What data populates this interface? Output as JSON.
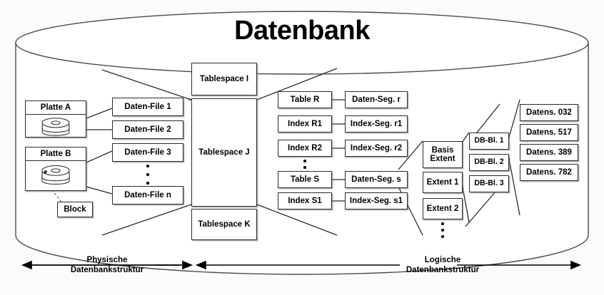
{
  "title": "Datenbank",
  "physical": {
    "disks": [
      {
        "label": "Platte A",
        "icon": "disk-stack-icon"
      },
      {
        "label": "Platte B",
        "icon": "disk-stack-icon"
      }
    ],
    "block": {
      "label": "Block"
    },
    "datafiles": [
      {
        "label": "Daten-File 1"
      },
      {
        "label": "Daten-File 2"
      },
      {
        "label": "Daten-File 3"
      },
      {
        "label": "Daten-File n"
      }
    ],
    "datafiles_ellipsis": "vertical-ellipsis"
  },
  "tablespaces": [
    {
      "label": "Tablespace I"
    },
    {
      "label": "Tablespace J"
    },
    {
      "label": "Tablespace K"
    }
  ],
  "objects": [
    {
      "label": "Table R"
    },
    {
      "label": "Index R1"
    },
    {
      "label": "Index R2"
    },
    {
      "label": "Table S"
    },
    {
      "label": "Index S1"
    }
  ],
  "objects_ellipsis": "vertical-ellipsis",
  "segments": [
    {
      "label": "Daten-Seg. r"
    },
    {
      "label": "Index-Seg. r1"
    },
    {
      "label": "Index-Seg. r2"
    },
    {
      "label": "Daten-Seg. s"
    },
    {
      "label": "Index-Seg. s1"
    }
  ],
  "extents": [
    {
      "label": "Basis Extent",
      "line1": "Basis",
      "line2": "Extent"
    },
    {
      "label": "Extent 1"
    },
    {
      "label": "Extent 2"
    }
  ],
  "extents_ellipsis": "vertical-ellipsis",
  "dbblocks": [
    {
      "label": "DB-Bl. 1"
    },
    {
      "label": "DB-Bl. 2"
    },
    {
      "label": "DB-Bl. 3"
    }
  ],
  "records": [
    {
      "label": "Datens. 032"
    },
    {
      "label": "Datens. 517"
    },
    {
      "label": "Datens. 389"
    },
    {
      "label": "Datens. 782"
    }
  ],
  "axes": [
    {
      "line1": "Physische",
      "line2": "Datenbankstruktur"
    },
    {
      "line1": "Logische",
      "line2": "Datenbankstruktur"
    }
  ],
  "colors": {
    "stroke": "#2b2b2b",
    "fill": "#ffffff",
    "background": "#fbfbfb",
    "text": "#000000",
    "shadow": "#8a8a8a"
  }
}
